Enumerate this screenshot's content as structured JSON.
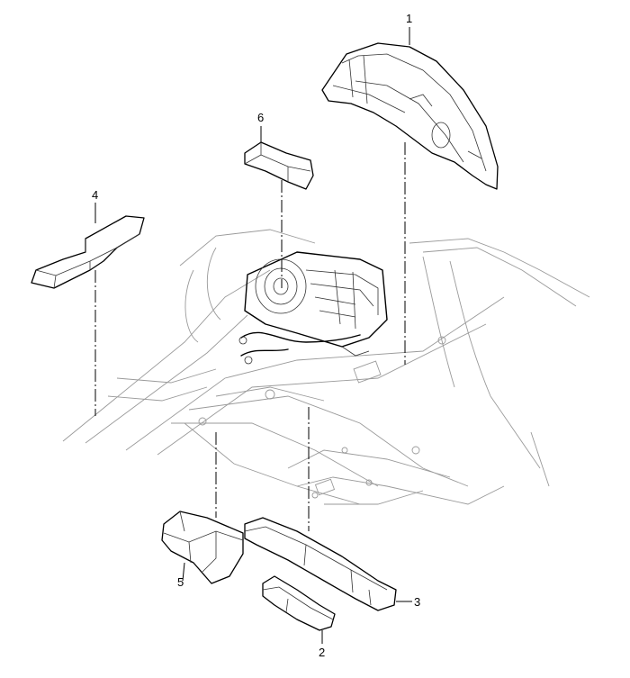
{
  "callouts": {
    "c1": "1",
    "c2": "2",
    "c3": "3",
    "c4": "4",
    "c5": "5",
    "c6": "6"
  },
  "colors": {
    "lines": "#000000",
    "background": "#ffffff",
    "ghost_body": "#9a9a9a"
  }
}
